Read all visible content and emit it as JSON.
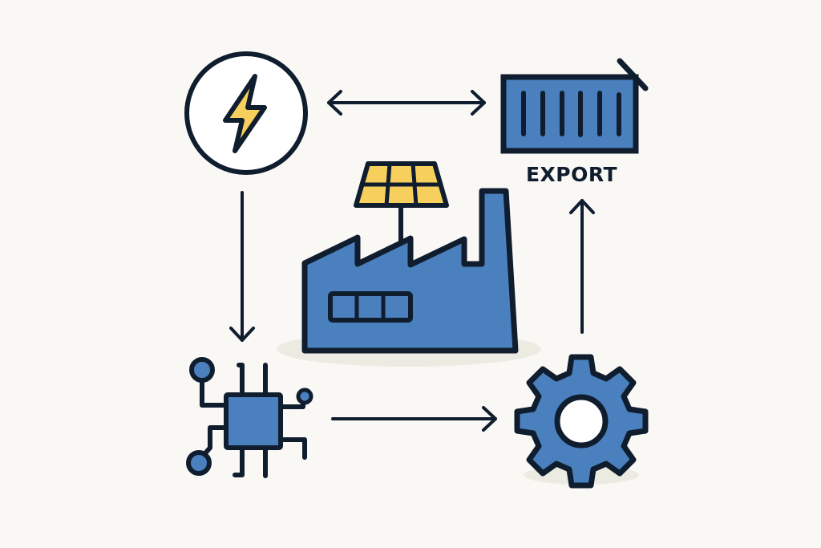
{
  "diagram": {
    "title": "",
    "colors": {
      "background": "#f9f8f5",
      "stroke": "#0f1d2e",
      "blue": "#4a80bd",
      "yellow": "#f6cf5c",
      "shadow": "#ecebe2"
    },
    "nodes": [
      {
        "id": "energy",
        "icon": "lightning-bolt-icon",
        "label": ""
      },
      {
        "id": "export",
        "icon": "shipping-container-icon",
        "label": "EXPORT"
      },
      {
        "id": "factory",
        "icon": "solar-factory-icon",
        "label": ""
      },
      {
        "id": "chip",
        "icon": "microchip-circuit-icon",
        "label": ""
      },
      {
        "id": "gear",
        "icon": "gear-icon",
        "label": ""
      }
    ],
    "edges": [
      {
        "from": "energy",
        "to": "export",
        "direction": "bidirectional"
      },
      {
        "from": "energy",
        "to": "chip",
        "direction": "forward"
      },
      {
        "from": "chip",
        "to": "gear",
        "direction": "forward"
      },
      {
        "from": "gear",
        "to": "export",
        "direction": "forward"
      }
    ]
  }
}
